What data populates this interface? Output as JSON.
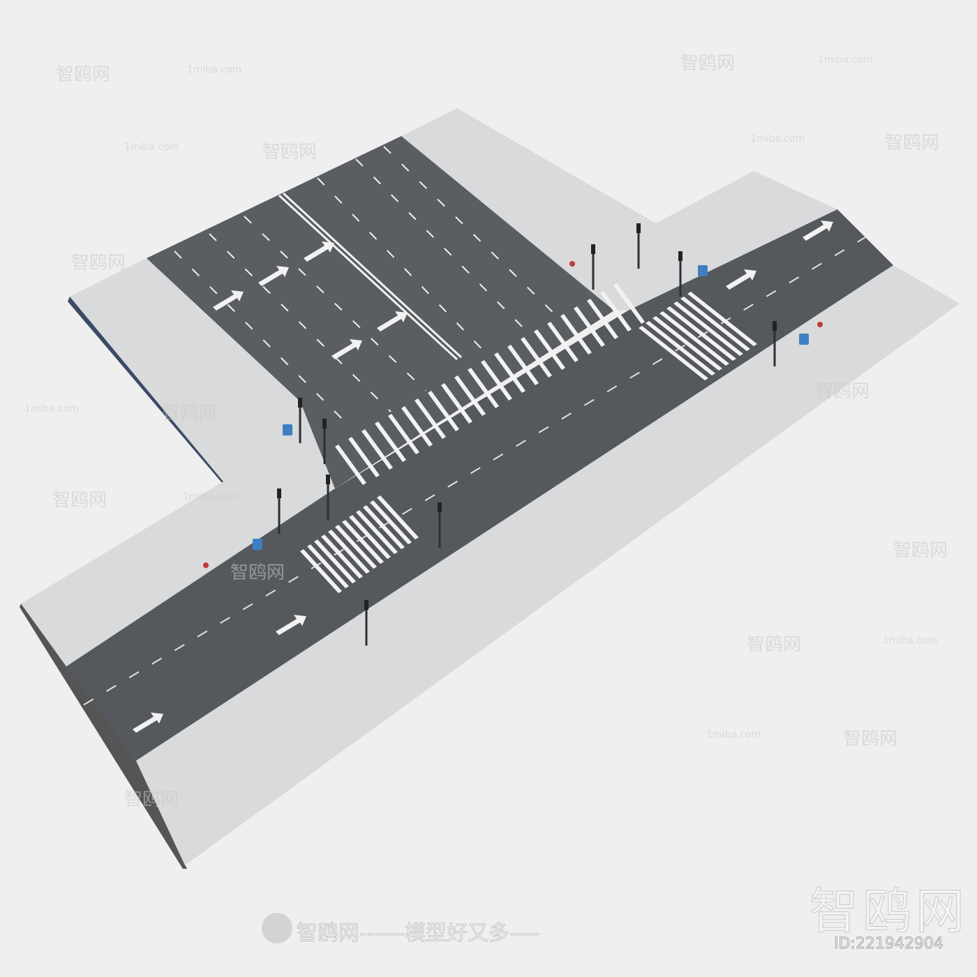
{
  "scene": {
    "colors": {
      "background": "#efefef",
      "asphalt": "#55585d",
      "sidewalk": "#d9dadb",
      "marking": "#f2f2f2",
      "mailbox": "#3d7fc2",
      "hydrant": "#c03a3a"
    }
  },
  "watermarks": {
    "site": "1miba.com",
    "brand_cn": "智鸥网",
    "slogan": "智鸥网------模型好又多----",
    "big_brand": "智鸥网",
    "id": "ID:221942904"
  }
}
